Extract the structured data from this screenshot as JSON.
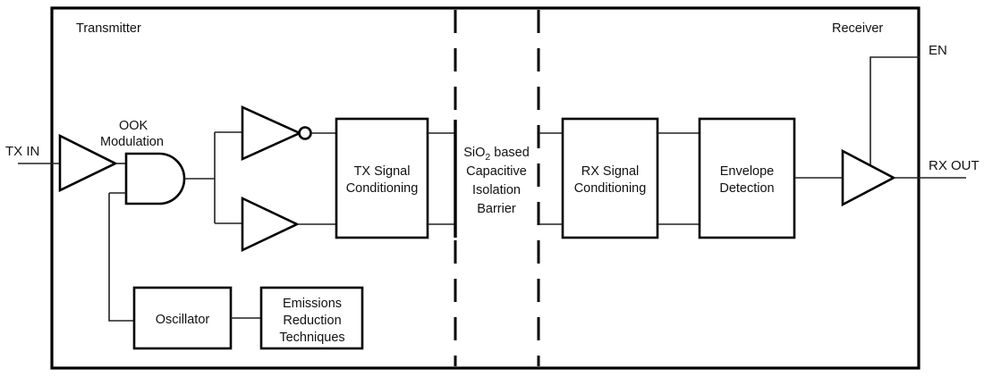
{
  "diagram": {
    "title_sections": {
      "transmitter": "Transmitter",
      "receiver": "Receiver"
    },
    "io_ports": {
      "tx_in": "TX IN",
      "rx_out": "RX OUT",
      "enable": "EN"
    },
    "annotations": {
      "ook": {
        "line1": "OOK",
        "line2": "Modulation"
      }
    },
    "barrier": {
      "line1_pre": "SiO",
      "line1_sub": "2",
      "line1_post": " based",
      "line2": "Capacitive",
      "line3": "Isolation",
      "line4": "Barrier"
    },
    "blocks": {
      "tx_signal_conditioning": {
        "line1": "TX Signal",
        "line2": "Conditioning"
      },
      "rx_signal_conditioning": {
        "line1": "RX Signal",
        "line2": "Conditioning"
      },
      "envelope_detection": {
        "line1": "Envelope",
        "line2": "Detection"
      },
      "oscillator": {
        "line1": "Oscillator"
      },
      "emissions_reduction": {
        "line1": "Emissions",
        "line2": "Reduction",
        "line3": "Techniques"
      }
    },
    "gates": {
      "input_buffer": "input-buffer",
      "and_gate": "and-gate",
      "inverter": "inverter",
      "buffer": "buffer",
      "output_buffer": "output-buffer"
    },
    "colors": {
      "stroke": "#000000",
      "wire": "#222222",
      "background": "#ffffff",
      "text": "#111111"
    }
  }
}
